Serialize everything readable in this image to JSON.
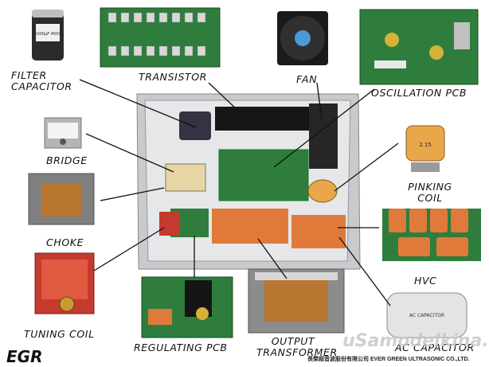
{
  "labels": {
    "filter_capacitor": "FILTER\nCAPACITOR",
    "transistor": "TRANSISTOR",
    "fan": "FAN",
    "oscillation_pcb": "OSCILLATION PCB",
    "bridge": "BRIDGE",
    "pinking_coil": "PINKING\nCOIL",
    "choke": "CHOKE",
    "hvc": "HVC",
    "tuning_coil": "TUNING COIL",
    "regulating_pcb": "REGULATING PCB",
    "output_transformer": "OUTPUT\nTRANSFORMER",
    "ac_capacitor": "AC CAPACITOR"
  },
  "brand": "EGR",
  "watermark": "uSamodelkina.ru",
  "company": "長榮超音波股份有限公司 EVER GREEN ULTRASONIC CO.,LTD.",
  "component_text": {
    "capacitor_top": "1000μF 450V",
    "capacitor_ac": "AC CAPACITOR",
    "pinking_value": "2.15"
  },
  "colors": {
    "pcb_green": "#2e7d3c",
    "component_orange": "#e07a3b",
    "case_grey": "#cfd1d4",
    "copper": "#b8762e"
  }
}
